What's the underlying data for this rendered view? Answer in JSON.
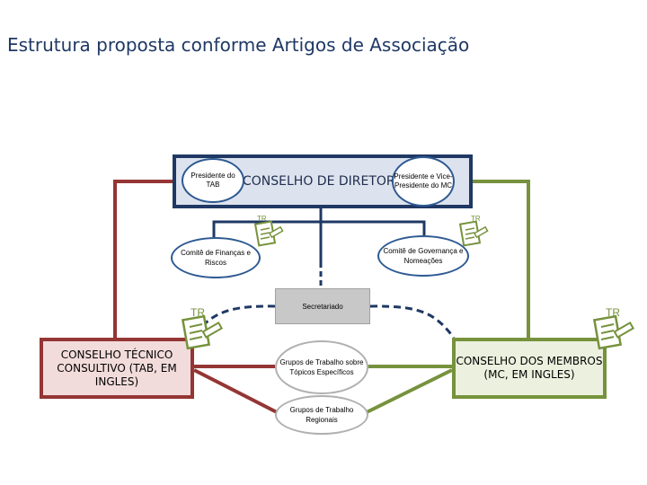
{
  "title": "Estrutura proposta conforme Artigos de Associação",
  "board": {
    "title": "CONSELHO DE DIRETORES",
    "president_tab": "Presidente do TAB",
    "president_mc": "Presidente e Vice-Presidente do MC"
  },
  "committees": {
    "finance": "Comitê de Finanças e Riscos",
    "governance": "Comitê de Governança e Nomeações"
  },
  "secretariat": "Secretariado",
  "working_groups": {
    "topics": "Grupos de Trabalho sobre Tópicos Específicos",
    "regional": "Grupos de Trabalho Regionais"
  },
  "tab_council": "CONSELHO TÉCNICO CONSULTIVO (TAB, EM INGLES)",
  "mc_council": "CONSELHO DOS MEMBROS (MC, EM INGLES)",
  "tr_label": "TR",
  "colors": {
    "navy": "#1f3864",
    "blue": "#2e5a92",
    "red": "#943634",
    "green": "#76923c",
    "tab_fill": "#f2dcdb",
    "mc_fill": "#ebf1de",
    "board_fill": "#dde3ee",
    "secretariat_fill": "#c8c8c8"
  },
  "icons": [
    "document-with-pencil-icon"
  ]
}
